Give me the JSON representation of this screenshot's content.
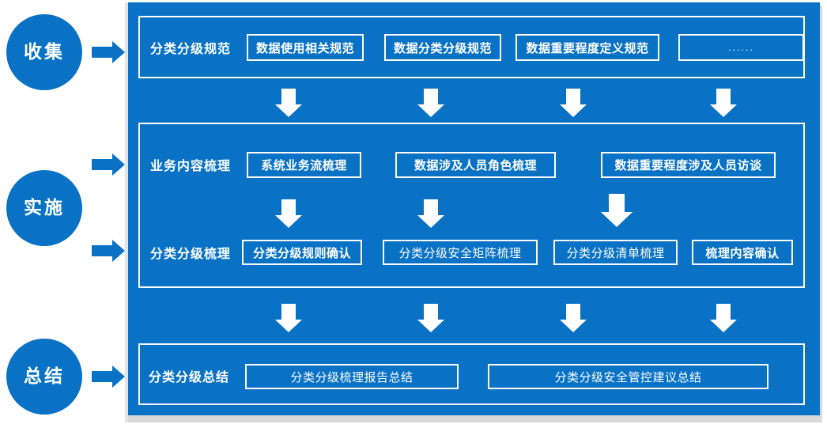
{
  "colors": {
    "brand_blue": "#0a72c4",
    "panel_blue": "#0a72c4",
    "outline_white": "#ffffff",
    "page_background": "#ffffff",
    "slide_edge_gray": "#e3e3e3"
  },
  "stages": [
    {
      "id": "collect",
      "label": "收集"
    },
    {
      "id": "implement",
      "label": "实施"
    },
    {
      "id": "summary",
      "label": "总结"
    }
  ],
  "rows": [
    {
      "id": "classification-spec",
      "heading": "分类分级规范",
      "items": [
        {
          "label": "数据使用相关规范",
          "weight": "bold"
        },
        {
          "label": "数据分类分级规范",
          "weight": "bold"
        },
        {
          "label": "数据重要程度定义规范",
          "weight": "bold"
        },
        {
          "label": "......",
          "weight": "dots"
        }
      ]
    },
    {
      "id": "business-content-review",
      "heading": "业务内容梳理",
      "items": [
        {
          "label": "系统业务流梳理",
          "weight": "bold"
        },
        {
          "label": "数据涉及人员角色梳理",
          "weight": "bold"
        },
        {
          "label": "数据重要程度涉及人员访谈",
          "weight": "bold"
        }
      ]
    },
    {
      "id": "classification-review",
      "heading": "分类分级梳理",
      "items": [
        {
          "label": "分类分级规则确认",
          "weight": "bold"
        },
        {
          "label": "分类分级安全矩阵梳理",
          "weight": "light"
        },
        {
          "label": "分类分级清单梳理",
          "weight": "light"
        },
        {
          "label": "梳理内容确认",
          "weight": "bold"
        }
      ]
    },
    {
      "id": "classification-summary",
      "heading": "分类分级总结",
      "items": [
        {
          "label": "分类分级梳理报告总结",
          "weight": "light"
        },
        {
          "label": "分类分级安全管控建议总结",
          "weight": "light"
        }
      ]
    }
  ],
  "connectors": {
    "stage_arrows": [
      {
        "from": "collect",
        "to": "classification-spec"
      },
      {
        "from": "implement",
        "to": "business-content-review"
      },
      {
        "from": "implement",
        "to": "classification-review"
      },
      {
        "from": "summary",
        "to": "classification-summary"
      }
    ],
    "flow_arrows_row1_to_row2": 4,
    "flow_arrows_row2_to_row3": 3,
    "flow_arrows_row3_to_row4": 4
  }
}
